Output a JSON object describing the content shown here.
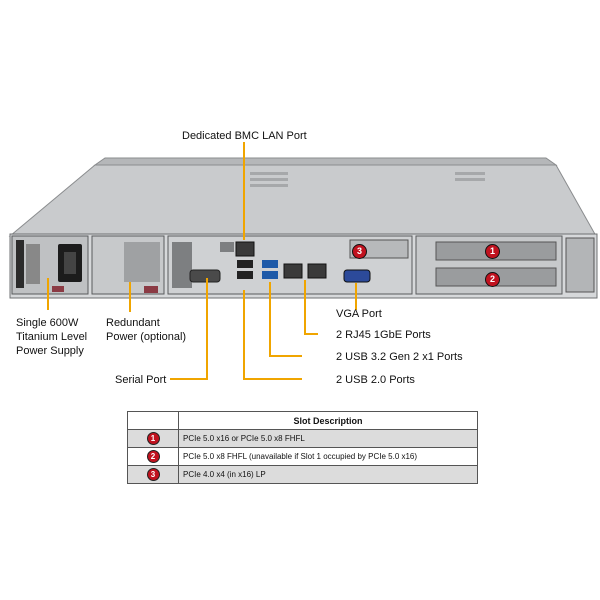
{
  "callouts": {
    "bmc_lan": "Dedicated BMC LAN Port",
    "psu": "Single 600W\nTitanium Level\nPower Supply",
    "redundant": "Redundant\nPower (optional)",
    "serial": "Serial Port",
    "vga": "VGA Port",
    "rj45": "2 RJ45 1GbE Ports",
    "usb32": "2 USB 3.2 Gen 2 x1 Ports",
    "usb20": "2 USB 2.0 Ports"
  },
  "slot_markers": [
    "1",
    "2",
    "3"
  ],
  "table": {
    "header": "Slot Description",
    "rows": [
      {
        "num": "1",
        "desc": "PCIe 5.0 x16 or PCIe 5.0 x8 FHFL"
      },
      {
        "num": "2",
        "desc": "PCIe 5.0 x8 FHFL (unavailable if Slot 1 occupied by PCIe 5.0 x16)"
      },
      {
        "num": "3",
        "desc": "PCIe 4.0 x4 (in x16) LP"
      }
    ]
  },
  "colors": {
    "callout_line": "#f0a500",
    "marker_red": "#c1121f",
    "chassis": "#c8cacc",
    "table_shade": "#dcdcdc"
  }
}
